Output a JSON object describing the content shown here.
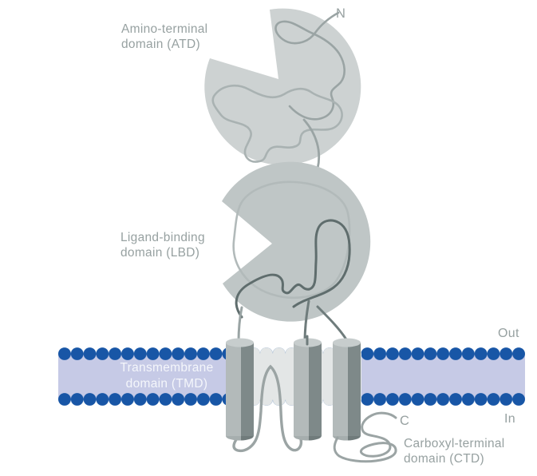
{
  "diagram": {
    "labels": {
      "atd_line1": "Amino-terminal",
      "atd_line2": "domain (ATD)",
      "lbd_line1": "Ligand-binding",
      "lbd_line2": "domain (LBD)",
      "tmd_line1": "Transmembrane",
      "tmd_line2": "domain (TMD)",
      "ctd_line1": "Carboxyl-terminal",
      "ctd_line2": "domain (CTD)",
      "n_terminus": "N",
      "c_terminus": "C",
      "outside": "Out",
      "inside": "In"
    },
    "colors": {
      "atd_fill": "#cdd2d2",
      "lbd_fill": "#bfc6c6",
      "lipid_head_blue": "#1856a6",
      "membrane_band": "#c6cae6",
      "lipid_muted_gray": "#e3e6e6",
      "helix_body": "#b3baba",
      "helix_shade": "#7e8989",
      "helix_cap": "#c7cdcd",
      "squiggle_light": "#aab3b3",
      "squiggle_dark": "#5f6d6d",
      "linker_gray": "#8d9797",
      "label_text": "#97a1a1",
      "tmd_text": "#f4f6fb"
    }
  }
}
